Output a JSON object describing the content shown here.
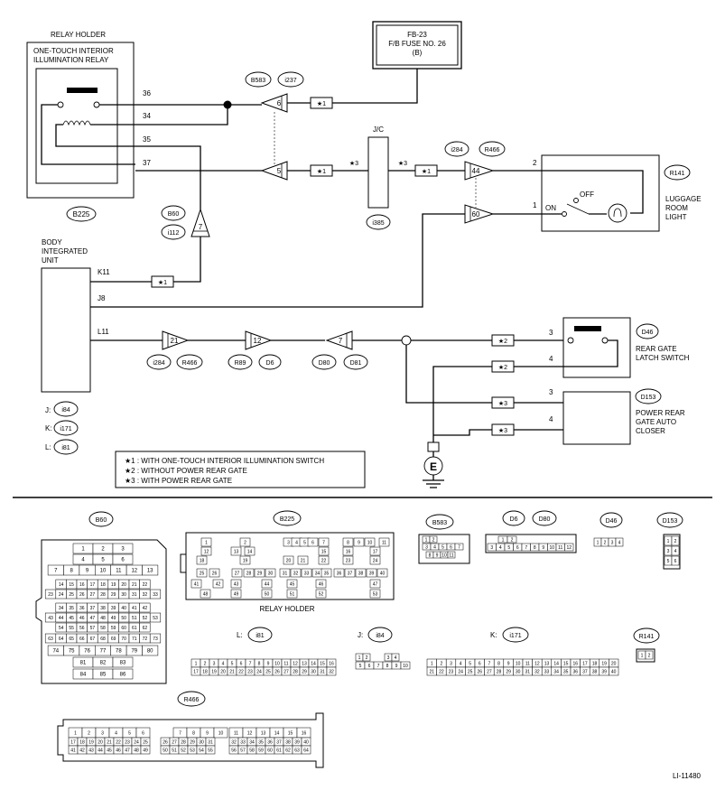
{
  "relay_holder": {
    "title": "RELAY HOLDER",
    "name_line1": "ONE-TOUCH INTERIOR",
    "name_line2": "ILLUMINATION RELAY",
    "connector": "B225",
    "pins": [
      "36",
      "34",
      "35",
      "37"
    ]
  },
  "fuse": {
    "line1": "FB-23",
    "line2": "F/B FUSE NO. 26",
    "line3": "(B)"
  },
  "jc": {
    "label": "J/C",
    "connector": "i385"
  },
  "bcm": {
    "line1": "BODY",
    "line2": "INTEGRATED",
    "line3": "UNIT",
    "pins": [
      "K11",
      "J8",
      "L11"
    ],
    "conn_j": "J:",
    "conn_j_id": "i84",
    "conn_k": "K:",
    "conn_k_id": "i171",
    "conn_l": "L:",
    "conn_l_id": "i81"
  },
  "connectors": {
    "b583": "B583",
    "i237": "i237",
    "pin6": "6",
    "pin5": "5",
    "b60": "B60",
    "i112": "i112",
    "pin7": "7",
    "i284": "i284",
    "r466": "R466",
    "pin44": "44",
    "pin60": "60",
    "pin21": "21",
    "pin12": "12",
    "r89": "R89",
    "d6": "D6",
    "d80": "D80",
    "d81": "D81"
  },
  "notes": {
    "s1": "★1",
    "s2": "★2",
    "s3": "★3",
    "line1": "★1 : WITH ONE-TOUCH INTERIOR ILLUMINATION SWITCH",
    "line2": "★2 : WITHOUT POWER REAR GATE",
    "line3": "★3 : WITH POWER REAR GATE"
  },
  "luggage_light": {
    "id": "R141",
    "line1": "LUGGAGE",
    "line2": "ROOM",
    "line3": "LIGHT",
    "pin2": "2",
    "pin1": "1",
    "on": "ON",
    "off": "OFF"
  },
  "latch_switch": {
    "id": "D46",
    "line1": "REAR GATE",
    "line2": "LATCH SWITCH",
    "pin3": "3",
    "pin4": "4"
  },
  "closer": {
    "id": "D153",
    "line1": "POWER REAR",
    "line2": "GATE AUTO",
    "line3": "CLOSER",
    "pin3": "3",
    "pin4": "4"
  },
  "ground": "E",
  "connector_views": {
    "b60": "B60",
    "b225": "B225",
    "relay_holder": "RELAY HOLDER",
    "b583": "B583",
    "d6": "D6",
    "d80": "D80",
    "d46": "D46",
    "d153": "D153",
    "l": "L:",
    "i81": "i81",
    "j": "J:",
    "i84": "i84",
    "k": "K:",
    "i171": "i171",
    "r141": "R141",
    "r466": "R466"
  },
  "b60_rows": [
    [
      "1",
      "2",
      "3"
    ],
    [
      "4",
      "5",
      "6"
    ],
    [
      "7",
      "8",
      "9",
      "10",
      "11",
      "12",
      "13"
    ],
    [
      "14",
      "15",
      "16",
      "17",
      "18",
      "19",
      "20",
      "21",
      "22"
    ],
    [
      "23",
      "24",
      "25",
      "26",
      "27",
      "28",
      "29",
      "30",
      "31",
      "32",
      "33"
    ],
    [
      "34",
      "35",
      "36",
      "37",
      "38",
      "39",
      "40",
      "41",
      "42"
    ],
    [
      "43",
      "44",
      "45",
      "46",
      "47",
      "48",
      "49",
      "50",
      "51",
      "52",
      "53"
    ],
    [
      "54",
      "55",
      "56",
      "57",
      "58",
      "59",
      "60",
      "61",
      "62"
    ],
    [
      "63",
      "64",
      "65",
      "66",
      "67",
      "68",
      "69",
      "70",
      "71",
      "72",
      "73"
    ],
    [
      "74",
      "75",
      "76",
      "77",
      "78",
      "79",
      "80"
    ],
    [
      "81",
      "82",
      "83"
    ],
    [
      "84",
      "85",
      "86"
    ]
  ],
  "b225_pins": [
    "1",
    "2",
    "3",
    "4",
    "5",
    "6",
    "7",
    "8",
    "9",
    "10",
    "11",
    "12",
    "13",
    "14",
    "15",
    "16",
    "17",
    "18",
    "19",
    "20",
    "21",
    "22",
    "23",
    "24",
    "25",
    "26",
    "27",
    "28",
    "29",
    "30",
    "31",
    "32",
    "33",
    "34",
    "35",
    "36",
    "37",
    "38",
    "39",
    "40",
    "41",
    "42",
    "43",
    "44",
    "45",
    "46",
    "47",
    "48",
    "49",
    "50",
    "51",
    "52",
    "53"
  ],
  "b583_rows": [
    [
      "1",
      "2"
    ],
    [
      "3",
      "4",
      "5",
      "6",
      "7"
    ],
    [
      "8",
      "9",
      "10",
      "11"
    ]
  ],
  "d6_rows": [
    [
      "1",
      "2"
    ],
    [
      "3",
      "4",
      "5",
      "6",
      "7",
      "8",
      "9",
      "10",
      "11",
      "12"
    ]
  ],
  "d46_pins": [
    "1",
    "2",
    "3",
    "4"
  ],
  "d153_rows": [
    [
      "1",
      "2"
    ],
    [
      "3",
      "4"
    ],
    [
      "5",
      "6"
    ]
  ],
  "i81_rows": [
    [
      "1",
      "2",
      "3",
      "4",
      "5",
      "6",
      "7",
      "8",
      "9",
      "10",
      "11",
      "12",
      "13",
      "14",
      "15",
      "16"
    ],
    [
      "17",
      "18",
      "19",
      "20",
      "21",
      "22",
      "23",
      "24",
      "25",
      "26",
      "27",
      "28",
      "29",
      "30",
      "31",
      "32"
    ]
  ],
  "i84_rows": [
    [
      "1",
      "2",
      "3",
      "4"
    ],
    [
      "5",
      "6",
      "7",
      "8",
      "9",
      "10"
    ]
  ],
  "i171_rows": [
    [
      "1",
      "2",
      "3",
      "4",
      "5",
      "6",
      "7",
      "8",
      "9",
      "10",
      "11",
      "12",
      "13",
      "14",
      "15",
      "16",
      "17",
      "18",
      "19",
      "20"
    ],
    [
      "21",
      "22",
      "23",
      "24",
      "25",
      "26",
      "27",
      "28",
      "29",
      "30",
      "31",
      "32",
      "33",
      "34",
      "35",
      "36",
      "37",
      "38",
      "39",
      "40"
    ]
  ],
  "r141_pins": [
    "1",
    "2"
  ],
  "r466_rows": [
    [
      "1",
      "2",
      "3",
      "4",
      "5",
      "6"
    ],
    [
      "17",
      "18",
      "19",
      "20",
      "21",
      "22",
      "23",
      "24",
      "25"
    ],
    [
      "41",
      "42",
      "43",
      "44",
      "45",
      "46",
      "47",
      "48",
      "49"
    ],
    [
      "7",
      "8",
      "9",
      "10"
    ],
    [
      "26",
      "27",
      "28",
      "29",
      "30",
      "31"
    ],
    [
      "50",
      "51",
      "52",
      "53",
      "54",
      "55"
    ],
    [
      "11",
      "12",
      "13",
      "14",
      "15",
      "16"
    ],
    [
      "32",
      "33",
      "34",
      "35",
      "36",
      "37",
      "38",
      "39",
      "40"
    ],
    [
      "56",
      "57",
      "58",
      "59",
      "60",
      "61",
      "62",
      "63",
      "64"
    ]
  ],
  "figure_id": "LI-11480"
}
